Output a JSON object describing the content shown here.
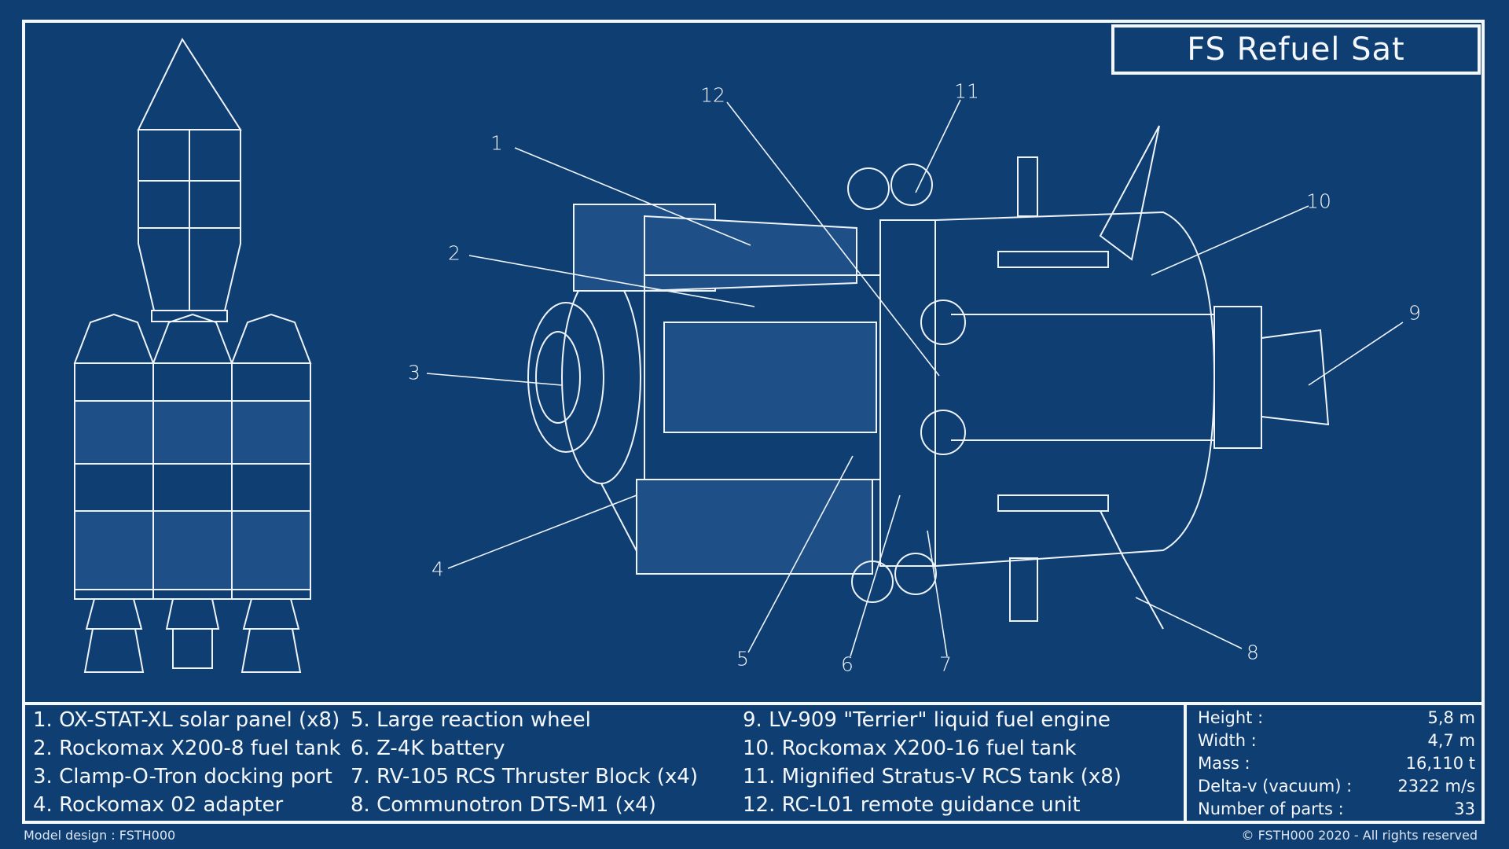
{
  "title": "FS Refuel Sat",
  "callouts": [
    {
      "n": "1"
    },
    {
      "n": "2"
    },
    {
      "n": "3"
    },
    {
      "n": "4"
    },
    {
      "n": "5"
    },
    {
      "n": "6"
    },
    {
      "n": "7"
    },
    {
      "n": "8"
    },
    {
      "n": "9"
    },
    {
      "n": "10"
    },
    {
      "n": "11"
    },
    {
      "n": "12"
    }
  ],
  "legend": {
    "col1": [
      "1. OX-STAT-XL solar panel (x8)",
      "2. Rockomax X200-8 fuel tank",
      "3. Clamp-O-Tron docking port",
      "4. Rockomax 02 adapter"
    ],
    "col2": [
      "5. Large reaction wheel",
      "6. Z-4K battery",
      "7. RV-105 RCS Thruster Block (x4)",
      "8. Communotron DTS-M1 (x4)"
    ],
    "col3": [
      "9. LV-909 \"Terrier\" liquid fuel engine",
      "10. Rockomax X200-16 fuel tank",
      "11. Mignified Stratus-V RCS tank (x8)",
      "12. RC-L01 remote guidance unit"
    ]
  },
  "specs": [
    {
      "label": "Height :",
      "value": "5,8 m"
    },
    {
      "label": "Width :",
      "value": "4,7 m"
    },
    {
      "label": "Mass :",
      "value": "16,110 t"
    },
    {
      "label": "Delta-v (vacuum) :",
      "value": "2322 m/s"
    },
    {
      "label": "Number of parts :",
      "value": "33"
    }
  ],
  "footer": {
    "left": "Model design : FSTH000",
    "right": "© FSTH000 2020 - All rights reserved"
  },
  "colors": {
    "background": "#0f3e73",
    "line": "#f4f7fb"
  }
}
